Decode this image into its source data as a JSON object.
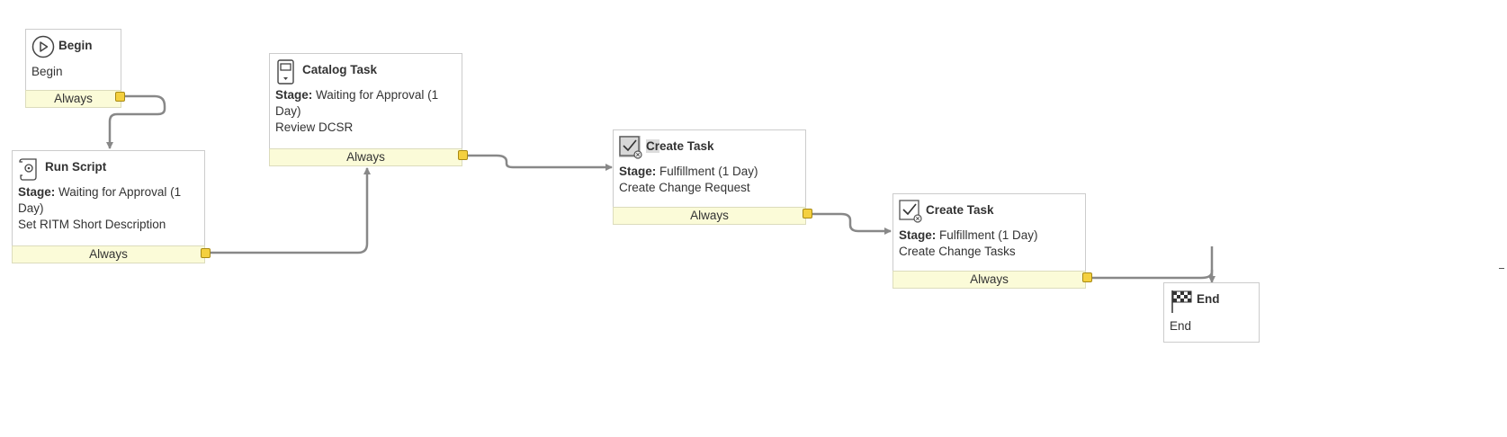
{
  "workflow": {
    "activities": [
      {
        "id": "begin",
        "icon": "play-icon",
        "title": "Begin",
        "text": "Begin",
        "footer": "Always"
      },
      {
        "id": "run-script",
        "icon": "script-icon",
        "title": "Run Script",
        "stage_label": "Stage:",
        "stage_value": "Waiting for Approval (1 Day)",
        "text": "Set RITM Short Description",
        "footer": "Always"
      },
      {
        "id": "catalog-task",
        "icon": "catalog-task-icon",
        "title": "Catalog Task",
        "stage_label": "Stage:",
        "stage_value": "Waiting for Approval (1 Day)",
        "text": "Review DCSR",
        "footer": "Always"
      },
      {
        "id": "create-task-1",
        "icon": "create-task-icon",
        "title_highlight": "Cr",
        "title_rest": "eate Task",
        "stage_label": "Stage:",
        "stage_value": "Fulfillment (1 Day)",
        "text": "Create Change Request",
        "footer": "Always"
      },
      {
        "id": "create-task-2",
        "icon": "create-task-icon",
        "title": "Create Task",
        "stage_label": "Stage:",
        "stage_value": "Fulfillment (1 Day)",
        "text": "Create Change Tasks",
        "footer": "Always"
      },
      {
        "id": "end",
        "icon": "checkered-flag-icon",
        "title": "End",
        "text": "End"
      }
    ],
    "transitions": [
      {
        "from": "begin",
        "to": "run-script",
        "condition": "Always"
      },
      {
        "from": "run-script",
        "to": "catalog-task",
        "condition": "Always"
      },
      {
        "from": "catalog-task",
        "to": "create-task-1",
        "condition": "Always"
      },
      {
        "from": "create-task-1",
        "to": "create-task-2",
        "condition": "Always"
      },
      {
        "from": "create-task-2",
        "to": "end",
        "condition": "Always"
      }
    ],
    "colors": {
      "footer_bg": "#fbfbd8",
      "handle": "#f4d03f",
      "connector": "#888888",
      "border": "#cccccc"
    }
  }
}
